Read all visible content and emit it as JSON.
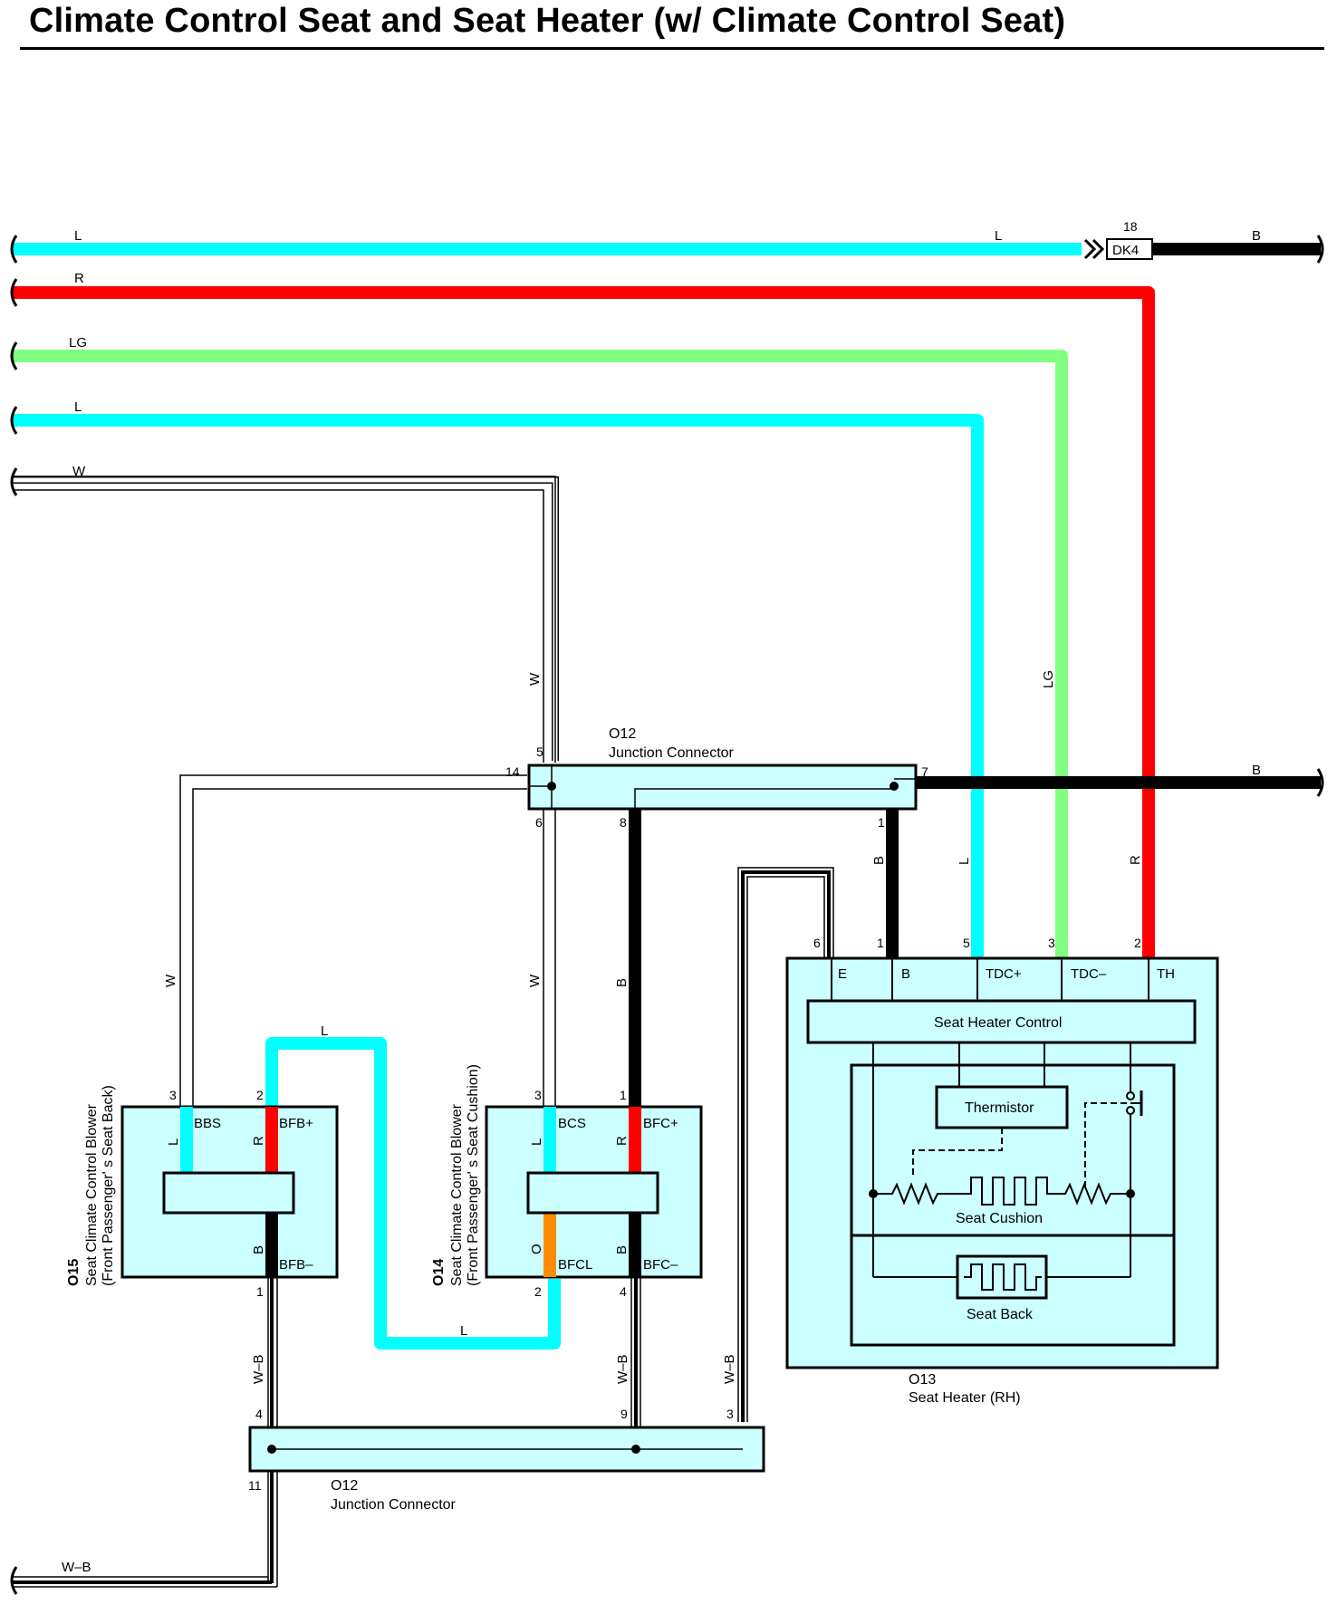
{
  "title": "Climate Control Seat and Seat Heater (w/ Climate Control Seat)",
  "colors": {
    "L": "#00ffff",
    "R": "#ff0000",
    "LG": "#80ff80",
    "B": "#000000",
    "O": "#ff8c00",
    "component_fill": "#ccffff"
  },
  "wires": {
    "top_L": "L",
    "top_L_right": "L",
    "top_B": "B",
    "R": "R",
    "LG": "LG",
    "L2": "L",
    "W": "W",
    "W_vertical": "W",
    "LG_vertical": "LG",
    "B_junction_right": "B",
    "B_vertical_o13": "B",
    "L_vertical_o13": "L",
    "R_vertical_o13": "R",
    "W_left": "W",
    "W_mid": "W",
    "B_mid": "B",
    "L_loop_top": "L",
    "L_loop_bottom": "L",
    "WB_left": "W–B",
    "WB_mid": "W–B",
    "WB_right": "W–B",
    "WB_bottom": "W–B"
  },
  "dk4": {
    "label": "DK4",
    "pin": "18"
  },
  "o12_top": {
    "code": "O12",
    "name": "Junction Connector",
    "pins": {
      "p5": "5",
      "p14": "14",
      "p7": "7",
      "p6": "6",
      "p8": "8",
      "p1": "1"
    }
  },
  "o12_bottom": {
    "code": "O12",
    "name": "Junction Connector",
    "pins": {
      "p4": "4",
      "p9": "9",
      "p3": "3",
      "p11": "11"
    }
  },
  "o13": {
    "code": "O13",
    "name": "Seat Heater (RH)",
    "pins": {
      "p6": "6",
      "p1": "1",
      "p5": "5",
      "p3": "3",
      "p2": "2"
    },
    "terminals": {
      "e": "E",
      "b": "B",
      "tdc_plus": "TDC+",
      "tdc_minus": "TDC–",
      "th": "TH"
    },
    "control": "Seat Heater Control",
    "thermistor": "Thermistor",
    "seat_cushion": "Seat Cushion",
    "seat_back": "Seat Back"
  },
  "o15": {
    "code": "O15",
    "name1": "Seat Climate Control Blower",
    "name2": "(Front Passenger' s Seat Back)",
    "pins": {
      "p3": "3",
      "p2": "2",
      "p1": "1"
    },
    "terminals": {
      "bbs": "BBS",
      "bfb_plus": "BFB+",
      "bfb_minus": "BFB–"
    },
    "wires": {
      "l": "L",
      "r": "R",
      "b": "B"
    }
  },
  "o14": {
    "code": "O14",
    "name1": "Seat Climate Control Blower",
    "name2": "(Front Passenger' s Seat Cushion)",
    "pins": {
      "p3": "3",
      "p1": "1",
      "p2": "2",
      "p4": "4"
    },
    "terminals": {
      "bcs": "BCS",
      "bfc_plus": "BFC+",
      "bfcl": "BFCL",
      "bfc_minus": "BFC–"
    },
    "wires": {
      "l": "L",
      "r": "R",
      "o": "O",
      "b": "B"
    }
  }
}
